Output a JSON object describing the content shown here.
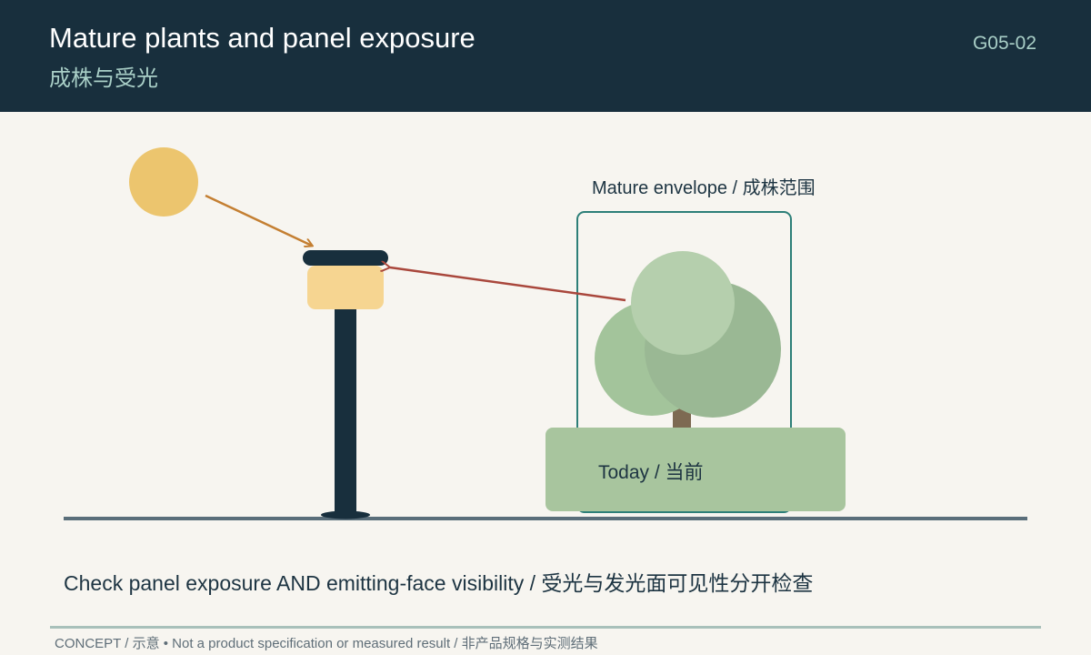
{
  "header": {
    "title_en": "Mature plants and panel exposure",
    "title_zh": "成株与受光",
    "code": "G05-02"
  },
  "diagram": {
    "envelope_label": "Mature envelope / 成株范围",
    "today_label": "Today / 当前",
    "colors": {
      "header_bg": "#182f3d",
      "sun": "#ecc56e",
      "sunlight_arrow": "#c47f32",
      "shade_arrow": "#a9473c",
      "pole": "#182f3d",
      "panel": "#f6d591",
      "envelope_stroke": "#2d7f78",
      "tree_light": "#b5cfad",
      "tree_mid": "#a3c49b",
      "tree_dark": "#9ab894",
      "trunk": "#7d6a52",
      "planter": "#a8c59e",
      "ground": "#5a6e7a"
    }
  },
  "notes": {
    "check": "Check panel exposure AND emitting-face visibility / 受光与发光面可见性分开检查",
    "footer": "CONCEPT / 示意 • Not a product specification or measured result / 非产品规格与实测结果"
  }
}
